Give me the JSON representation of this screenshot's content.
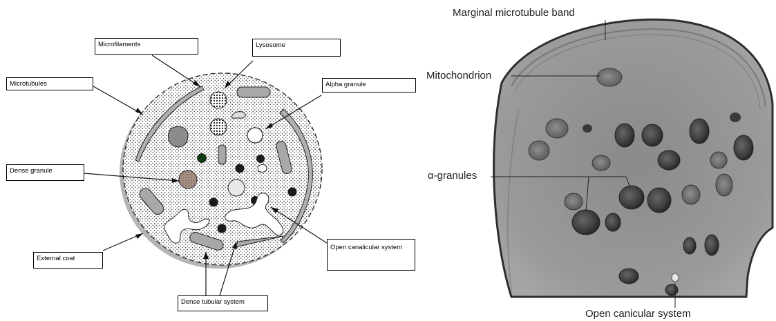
{
  "schematic": {
    "labels": {
      "microfilaments": "Microfilaments",
      "lysosome": "Lysosome",
      "microtubules": "Microtubules",
      "alpha_granule": "Alpha granule",
      "dense_granule": "Dense granule",
      "external_coat": "External  coat",
      "open_canalicular": "Open canalicular system",
      "dense_tubular": "Dense tubular  system"
    },
    "colors": {
      "cell_fill": "#ffffff",
      "coat_shadow": "#b5b5b5",
      "organelle_gray": "#a8a8a8",
      "dense_granule": "#a08a7e",
      "dark_granule": "#1a1a1a",
      "green_granule": "#0d3b12"
    }
  },
  "micrograph": {
    "labels": {
      "marginal_band": "Marginal microtubule band",
      "mitochondrion": "Mitochondrion",
      "alpha_granules": "α-granules",
      "open_canicular": "Open canicular system"
    },
    "colors": {
      "background": "#8e8e8e",
      "membrane": "#2e2e2e",
      "granule_dark": "#3a3a3a"
    }
  }
}
